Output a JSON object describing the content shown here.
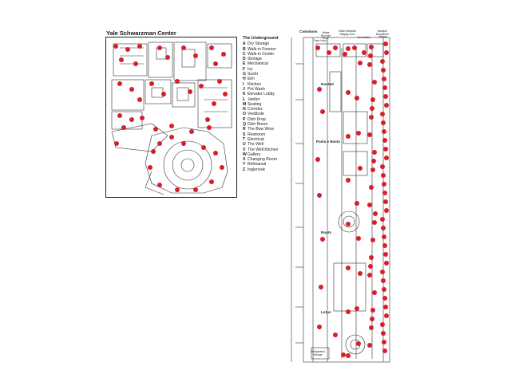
{
  "title": "Yale Schwarzman Center",
  "legend": {
    "heading": "The Underground",
    "items": [
      {
        "key": "A",
        "label": "Dry Storage"
      },
      {
        "key": "B",
        "label": "Walk-in Freezer"
      },
      {
        "key": "C",
        "label": "Walk-in Cooler"
      },
      {
        "key": "D",
        "label": "Storage"
      },
      {
        "key": "E",
        "label": "Mechanical"
      },
      {
        "key": "F",
        "label": "Ivy"
      },
      {
        "key": "G",
        "label": "Sushi"
      },
      {
        "key": "H",
        "label": "Elm"
      },
      {
        "key": "I",
        "label": "Kitchen"
      },
      {
        "key": "J",
        "label": "Pot Wash"
      },
      {
        "key": "K",
        "label": "Elevator Lobby"
      },
      {
        "key": "L",
        "label": "Janitor"
      },
      {
        "key": "M",
        "label": "Seating"
      },
      {
        "key": "N",
        "label": "Corridor"
      },
      {
        "key": "O",
        "label": "Vestibule"
      },
      {
        "key": "P",
        "label": "Dish Drop"
      },
      {
        "key": "Q",
        "label": "Dish Room"
      },
      {
        "key": "R",
        "label": "The Bow Wow"
      },
      {
        "key": "S",
        "label": "Restroom"
      },
      {
        "key": "T",
        "label": "Electrical"
      },
      {
        "key": "U",
        "label": "The Well"
      },
      {
        "key": "V",
        "label": "The Well Kitchen"
      },
      {
        "key": "W",
        "label": "Gallery"
      },
      {
        "key": "X",
        "label": "Changing Room"
      },
      {
        "key": "Y",
        "label": "Rehearsal"
      },
      {
        "key": "Z",
        "label": "Inglenook"
      }
    ]
  },
  "commons": {
    "rooms": [
      "Commons",
      "Rooted",
      "Pasta e Basta",
      "Roots",
      "Lotus"
    ],
    "small_labels": {
      "fryer": "Fryer Hood",
      "waste": "Waste Bin Hold Zone",
      "clean": "Clean Dishware Staging Zone",
      "hand": "Hand Wash",
      "banquet": "Banquet Breakdown Staging",
      "refrig": "Refrigerated Storage"
    }
  },
  "colors": {
    "marker": "#d81e2a",
    "line": "#333333",
    "frame": "#222222"
  }
}
